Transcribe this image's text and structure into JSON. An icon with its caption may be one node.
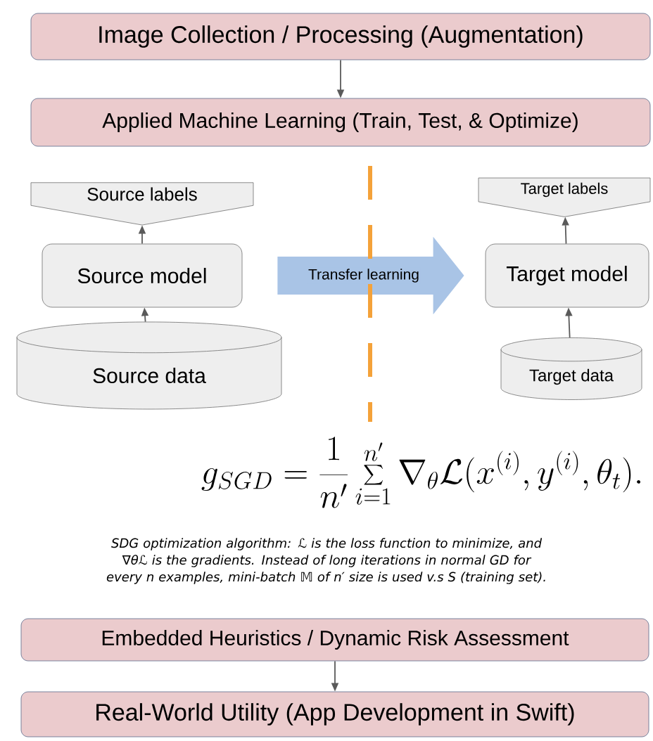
{
  "diagram": {
    "caption": "SDG optimization algorithm: ℒ is the loss function to minimize, and ∇θℒ is the gradients. Instead of long iterations in normal GD for every n examples, mini-batch 𝕄 of n′ size is used v.s S (training set).",
    "nodes": [
      {
        "text": [
          "Image Collection / Processing (Augmentation)"
        ]
      },
      {
        "text": [
          "Applied Machine Learning (Train, Test, & Optimize)"
        ]
      },
      {
        "text": [
          "Source labels"
        ]
      },
      {
        "text": [
          "Source model"
        ]
      },
      {
        "text": [
          "Source data"
        ]
      },
      {
        "text": [
          "Target labels"
        ]
      },
      {
        "text": [
          "Target model"
        ]
      },
      {
        "text": [
          "Target data"
        ]
      },
      {
        "text": [
          "Embedded Heuristics / Dynamic Risk Assessment"
        ]
      },
      {
        "text": [
          "Real-World Utility (App Development in Swift)"
        ]
      }
    ],
    "edges": [
      {
        "from": 0,
        "to": 1,
        "arrow": "to"
      },
      {
        "from": 3,
        "to": 2,
        "arrow": "to"
      },
      {
        "from": 4,
        "to": 3,
        "arrow": "to"
      },
      {
        "from": 3,
        "to": 6,
        "arrow": "to",
        "label": "Transfer learning",
        "style": "thick",
        "color": "#a9c4e6"
      },
      {
        "from": 6,
        "to": 5,
        "arrow": "to"
      },
      {
        "from": 7,
        "to": 6,
        "arrow": "to"
      },
      {
        "from": 8,
        "to": 9,
        "arrow": "to"
      }
    ],
    "labels": [
      "g_{SGD} = \\frac{1}{n'} \\sum_{i=1}^{n'} \\nabla_{\\theta} \\mathcal{L}(x^{(i)}, y^{(i)}, \\theta_t)."
    ]
  }
}
